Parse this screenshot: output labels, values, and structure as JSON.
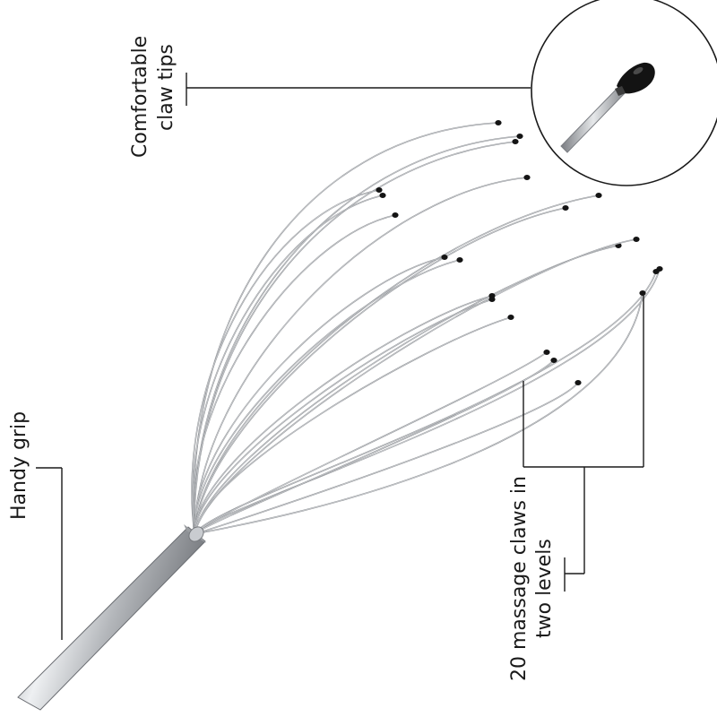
{
  "annotations": {
    "claw_tips_line1": "Comfortable",
    "claw_tips_line2": "claw tips",
    "handy_grip": "Handy grip",
    "massage_claws_line1": "20 massage claws in",
    "massage_claws_line2": "two levels"
  },
  "product": {
    "claw_count": 20,
    "tip_color": "#141414",
    "wire_color": "#8f9296",
    "handle_color": "#b9bcc0"
  }
}
